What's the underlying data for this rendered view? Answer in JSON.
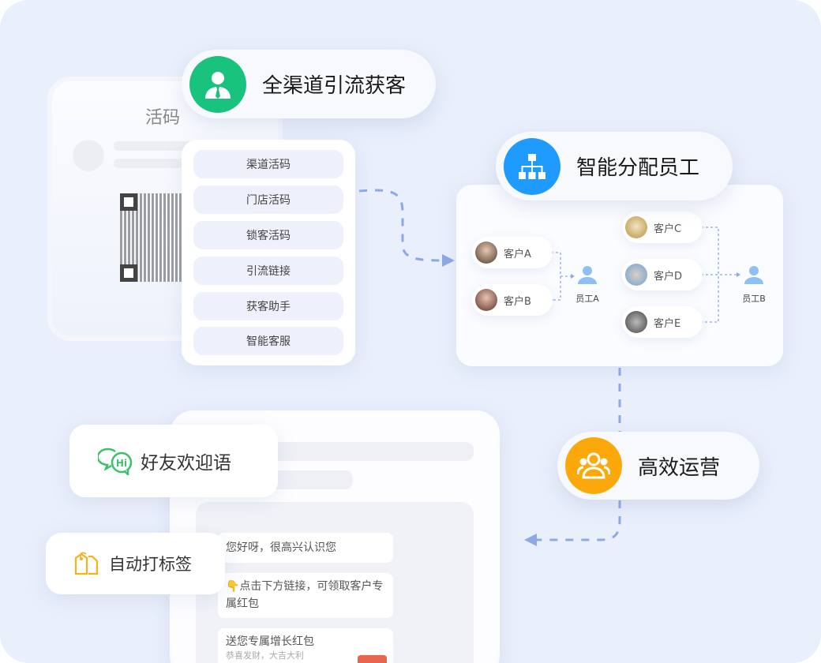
{
  "colors": {
    "background": "#e9effb",
    "green": "#19c37d",
    "blue": "#1f9bff",
    "orange": "#fba90a",
    "arrow": "#8ea8e6"
  },
  "qr_card": {
    "title": "活码"
  },
  "acquire": {
    "label": "全渠道引流获客",
    "icon": "user-tie-icon"
  },
  "menu": {
    "items": [
      "渠道活码",
      "门店活码",
      "锁客活码",
      "引流链接",
      "获客助手",
      "智能客服"
    ]
  },
  "assign": {
    "label": "智能分配员工",
    "icon": "org-chart-icon"
  },
  "customers": [
    "客户A",
    "客户B",
    "客户C",
    "客户D",
    "客户E"
  ],
  "employees": [
    "员工A",
    "员工B"
  ],
  "operate": {
    "label": "高效运营",
    "icon": "group-icon"
  },
  "welcome": {
    "label": "好友欢迎语",
    "icon": "chat-hi-icon"
  },
  "tagging": {
    "label": "自动打标签",
    "icon": "tag-icon"
  },
  "chat": {
    "msg1": "您好呀，很高兴认识您",
    "msg2": "👇点击下方链接，可领取客户专属红包",
    "msg3_title": "送您专属增长红包",
    "msg3_sub": "恭喜发财，大吉大利"
  }
}
